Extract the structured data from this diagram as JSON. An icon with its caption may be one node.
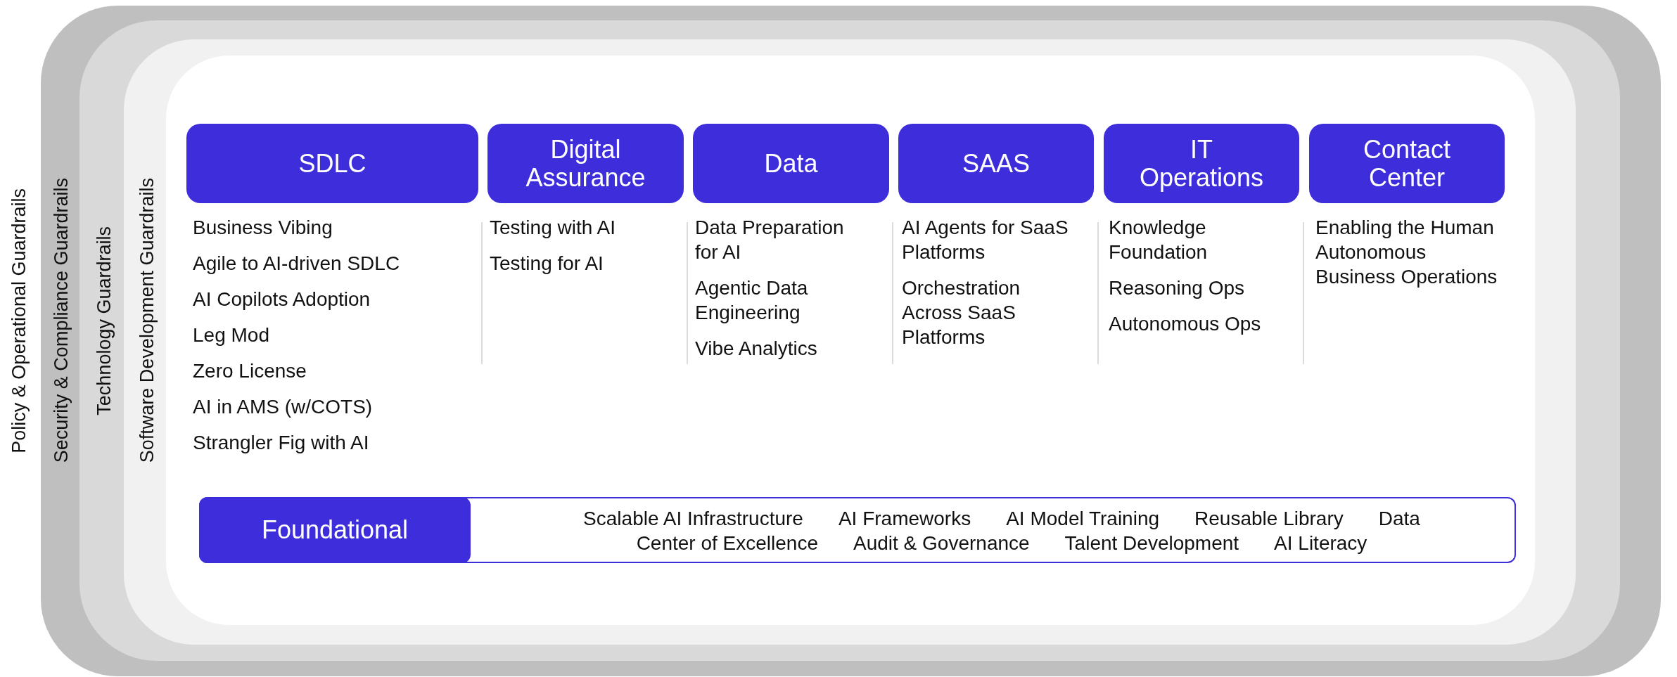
{
  "diagram": {
    "nodes": [
      {
        "text": [
          "Policy & Operational Guardrails"
        ]
      },
      {
        "text": [
          "Security & Compliance Guardrails"
        ],
        "in": 0
      },
      {
        "text": [
          "Technology Guardrails"
        ],
        "in": 1
      },
      {
        "text": [
          "Software Development Guardrails"
        ],
        "in": 2
      },
      {
        "text": [
          "SDLC"
        ],
        "in": 3,
        "beside": [
          "Business Vibing",
          "Agile to AI-driven SDLC",
          "AI Copilots Adoption",
          "Leg Mod",
          "Zero License",
          "AI in AMS (w/COTS)",
          "Strangler Fig with AI"
        ]
      },
      {
        "text": [
          "Digital Assurance"
        ],
        "in": 3,
        "beside": [
          "Testing with AI",
          "Testing for AI"
        ]
      },
      {
        "text": [
          "Data"
        ],
        "in": 3,
        "beside": [
          "Data Preparation for AI",
          "Agentic Data Engineering",
          "Vibe Analytics"
        ]
      },
      {
        "text": [
          "SAAS"
        ],
        "in": 3,
        "beside": [
          "AI Agents for SaaS Platforms",
          "Orchestration Across SaaS Platforms"
        ]
      },
      {
        "text": [
          "IT Operations"
        ],
        "in": 3,
        "beside": [
          "Knowledge Foundation",
          "Reasoning Ops",
          "Autonomous Ops"
        ]
      },
      {
        "text": [
          "Contact Center"
        ],
        "in": 3,
        "beside": [
          "Enabling the Human Autonomous Business Operations"
        ]
      },
      {
        "text": [
          "Foundational",
          "Scalable AI Infrastructure",
          "AI Frameworks",
          "AI Model Training",
          "Reusable Library",
          "Data",
          "Center of Excellence",
          "Audit & Governance",
          "Talent Development",
          "AI Literacy"
        ],
        "in": 3
      }
    ]
  }
}
